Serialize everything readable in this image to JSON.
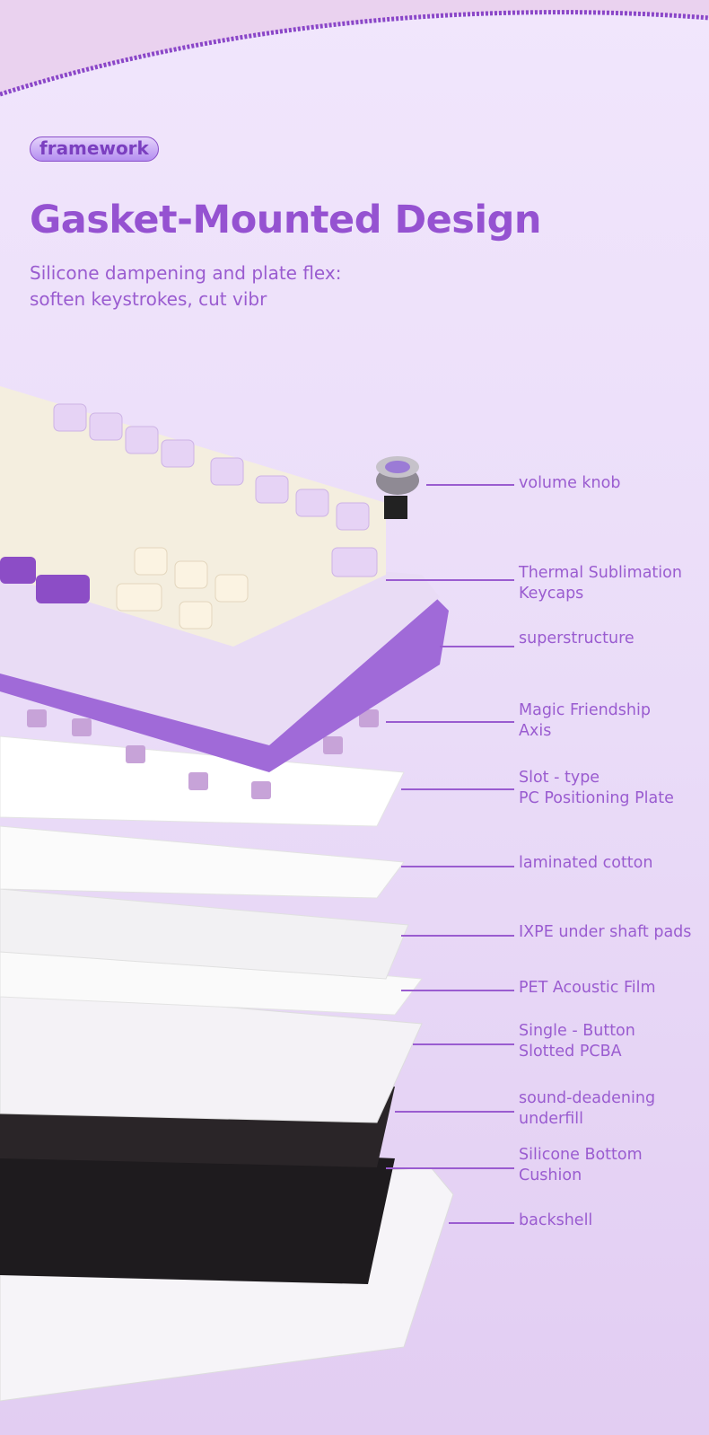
{
  "header": {
    "tag": "framework",
    "title": "Gasket-Mounted Design",
    "subtitle": "Silicone dampening and plate flex:\nsoften keystrokes, cut vibr"
  },
  "colors": {
    "accent": "#9552d1",
    "label": "#9a5cd0",
    "frame": "#a06ad8"
  },
  "components": [
    {
      "label": "volume knob"
    },
    {
      "label": "Thermal Sublimation\nKeycaps"
    },
    {
      "label": "superstructure"
    },
    {
      "label": "Magic Friendship\nAxis"
    },
    {
      "label": "Slot - type\nPC Positioning Plate"
    },
    {
      "label": "laminated cotton"
    },
    {
      "label": "IXPE under shaft pads"
    },
    {
      "label": "PET Acoustic Film"
    },
    {
      "label": "Single - Button\nSlotted PCBA"
    },
    {
      "label": "sound-deadening\nunderfill"
    },
    {
      "label": "Silicone Bottom\nCushion"
    },
    {
      "label": "backshell"
    }
  ]
}
